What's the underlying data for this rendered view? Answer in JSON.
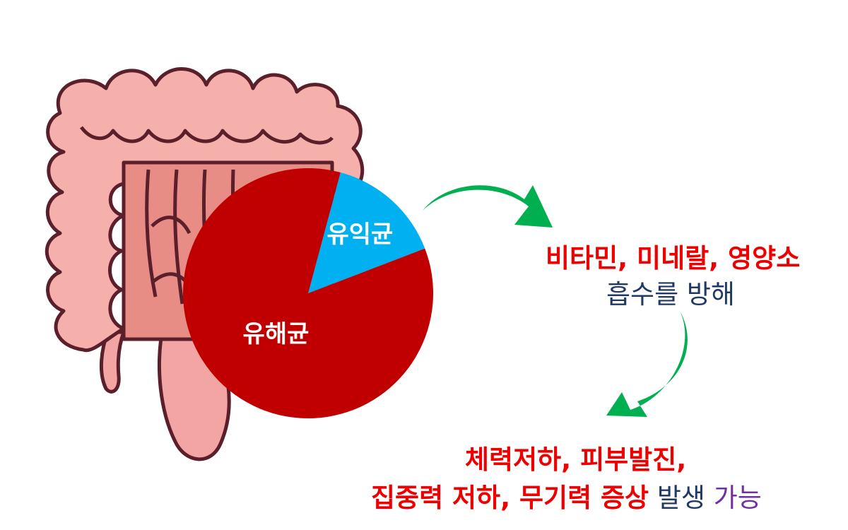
{
  "pie": {
    "chart_data": {
      "type": "pie",
      "categories": [
        "유익균",
        "유해균"
      ],
      "values": [
        15,
        85
      ],
      "colors": [
        "#00b0f0",
        "#c00000"
      ]
    }
  },
  "icons": {
    "intestine": "large-intestine-illustration",
    "arrow1": "green-curved-arrow",
    "arrow2": "green-curved-arrow"
  },
  "colors": {
    "arrow": "#00b050",
    "emphasis": "#ee0000",
    "navy": "#1f3864",
    "purple": "#7030a0"
  },
  "text": {
    "line1": "비타민, 미네랄, 영양소",
    "line2": "흡수를 방해",
    "line3": "체력저하, 피부발진,",
    "line4_red": "집중력 저하, 무기력 증상",
    "line4_a": "발생",
    "line4_b": "가능"
  }
}
